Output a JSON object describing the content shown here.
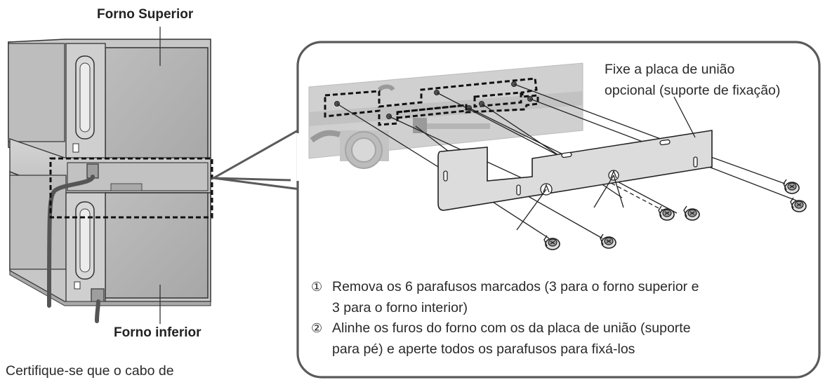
{
  "labels": {
    "upper_oven": "Forno Superior",
    "lower_oven": "Forno inferior",
    "cable_note": "Certifique-se que o cabo de",
    "plate_callout_line1": "Fixe a placa de união",
    "plate_callout_line2": "opcional (suporte de fixação)"
  },
  "steps": [
    {
      "marker": "①",
      "line1": "Remova os 6 parafusos marcados (3 para o forno superior e",
      "line2": "3 para o forno interior)"
    },
    {
      "marker": "②",
      "line1": "Alinhe os furos do forno com os da placa de união (suporte",
      "line2": "para pé) e aperte todos os parafusos para fixá-los"
    }
  ],
  "colors": {
    "outline": "#3a3a3a",
    "oven_body": "#c9c9c9",
    "oven_panel": "#b3b3b3",
    "plate_fill": "#dcdcdc",
    "dash": "#111111"
  }
}
